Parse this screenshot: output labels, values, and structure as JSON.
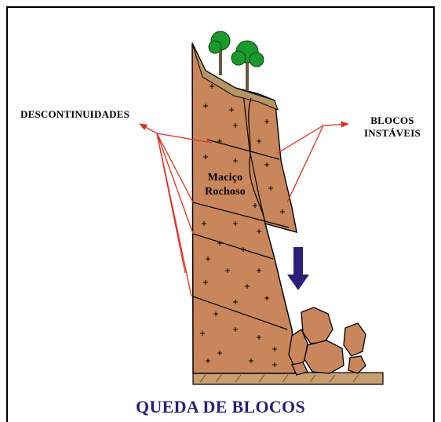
{
  "labels": {
    "discontinuities": "DESCONTINUIDADES",
    "unstable_blocks_line1": "BLOCOS",
    "unstable_blocks_line2": "INSTÁVEIS",
    "rock_mass_line1": "Maciço",
    "rock_mass_line2": "Rochoso"
  },
  "title": "QUEDA DE BLOCOS",
  "colors": {
    "rock": "#c8865a",
    "ground": "#c8a070",
    "arrow_lines": "#e03020",
    "fall_arrow": "#2a1e78",
    "tree_foliage": "#1a9a2a"
  },
  "icons": [
    "tree-icon",
    "down-arrow-icon"
  ]
}
